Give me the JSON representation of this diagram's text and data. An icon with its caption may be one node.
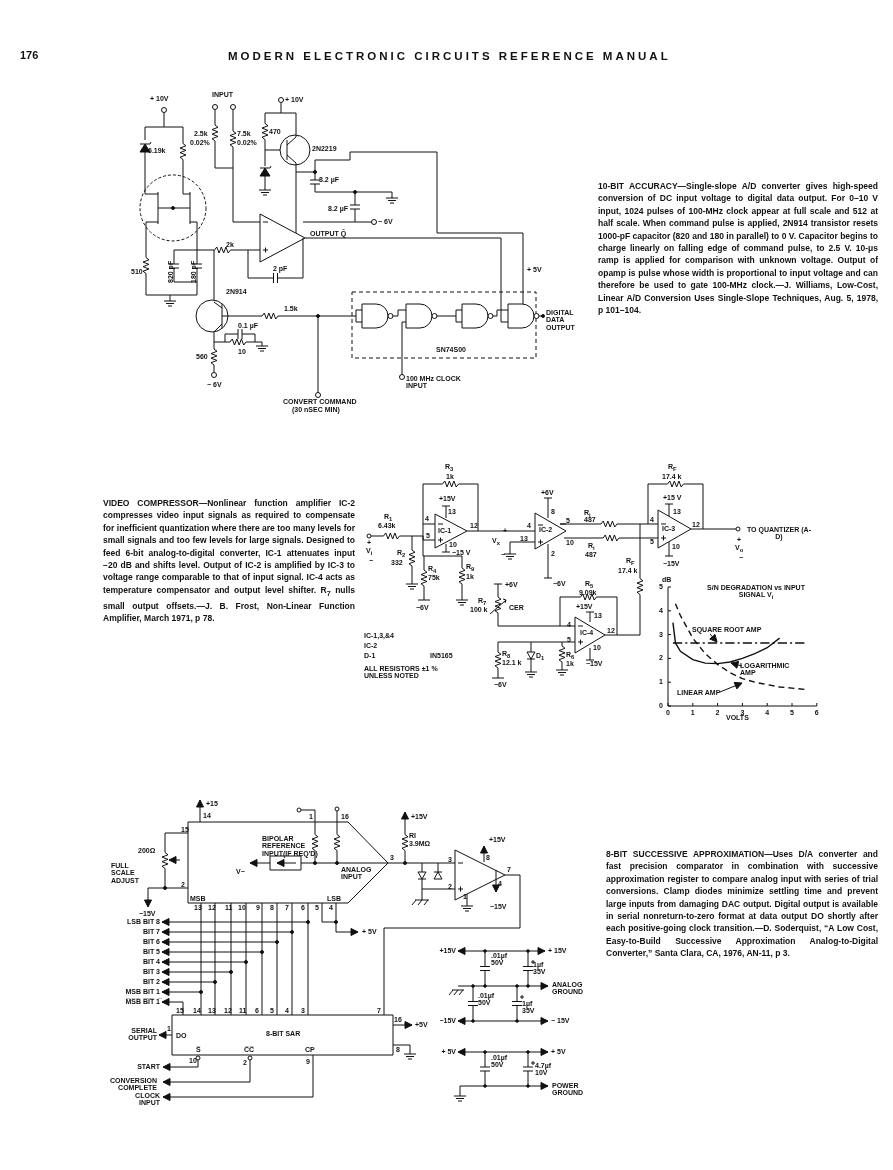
{
  "diagram": {
    "title": "MODERN ELECTRONIC CIRCUITS REFERENCE MANUAL",
    "labels": [
      "176",
      "+ 10V",
      "INPUT",
      "+ 10V",
      "2.5k",
      "0.02%",
      "7.5k",
      "0.02%",
      "470",
      "6.19k",
      "2N2219",
      "8.2 µF",
      "8.2 µF",
      "− 6V",
      "OUTPUT Q̄",
      "2k",
      "2 pF",
      "820 pF",
      "180 pF",
      "510",
      "+ 5V",
      "2N914",
      "1.5k",
      "0.1 µF",
      "10",
      "560",
      "− 6V",
      "SN74S00",
      "DIGITAL DATA OUTPUT",
      "100 MHz CLOCK INPUT",
      "CONVERT COMMAND",
      "(30 nSEC MIN)",
      "10-BIT ACCURACY—Single-slope A/D converter gives high-speed conversion of DC input voltage to digital data output. For 0–10 V input, 1024 pulses of 100-MHz clock appear at full scale and 512 at half scale. When command pulse is applied, 2N914 transistor resets 1000-pF capacitor (820 and 180 in parallel) to 0 V. Capacitor begins to charge linearly on falling edge of command pulse, to 2.5 V. 10-μs ramp is applied for comparison with unknown voltage. Output of opamp is pulse whose width is proportional to input voltage and can therefore be used to gate 100-MHz clock.—J. Williams, Low-Cost, Linear A/D Conversion Uses Single-Slope Techniques, Aug. 5, 1978, p 101–104.",
      "R$_{3}$",
      "1k",
      "+15V",
      "R$_{1}$",
      "6.43k",
      "4",
      "13",
      "12",
      "5",
      "IC-1",
      "10",
      "−15 V",
      "+",
      "V$_{i}$",
      "−",
      "R$_{2}$",
      "332",
      "R$_{4}$",
      "75k",
      "R$_{9}$",
      "1k",
      "−6V",
      "+6V",
      "8",
      "4",
      "IC-2",
      "5",
      "10",
      "13",
      "2",
      "−6V",
      "+",
      "V$_{x}$",
      "−",
      "R$_{i}$",
      "487",
      "R$_{i}$",
      "487",
      "R$_{F}$",
      "17.4 k",
      "+15 V",
      "13",
      "4",
      "IC-3",
      "12",
      "5",
      "10",
      "−15V",
      "TO QUANTIZER (A-D)",
      "+",
      "V$_{o}$",
      "−",
      "R$_{F}$",
      "17.4 k",
      "+6V",
      "R$_{7}$",
      "100 k",
      "CER",
      "R$_{5}$",
      "9.09k",
      "+15V",
      "13",
      "4",
      "IC-4",
      "12",
      "5",
      "10",
      "−15V",
      "R$_{8}$",
      "12.1 k",
      "D$_{1}$",
      "R$_{6}$",
      "1k",
      "−6V",
      "IC-1,3,&4",
      "IC-2",
      "D-1",
      "IN5165",
      "ALL RESISTORS ±1 % UNLESS NOTED",
      "VIDEO COMPRESSOR—Nonlinear function amplifier IC-2 compresses video input signals as required to compensate for inefficient quantization where there are too many levels for small signals and too few levels for large signals. Designed to feed 6-bit analog-to-digital converter, IC-1 attenuates input −20 dB and shifts level. Output of IC-2 is amplified by IC-3 to voltage range comparable to that of input signal. IC-4 acts as temperature compensator and output level shifter. R$_{7}$ nulls small output offsets.—J. B. Frost, Non-Linear Function Amplifier, March 1971, p 78.",
      "BIPOLAR REFERENCE INPUT(IF REQ'D)",
      "ANALOG INPUT",
      "+15",
      "14",
      "1",
      "16",
      "15",
      "200Ω",
      "V−",
      "FULL SCALE ADJUST",
      "2",
      "−15V",
      "MSB",
      "LSB",
      "13",
      "12",
      "11",
      "10",
      "9",
      "8",
      "7",
      "6",
      "5",
      "4",
      "3",
      "+15V",
      "RI",
      "3.9MΩ",
      "+15V",
      "3",
      "8",
      "2",
      "7",
      "4",
      "1",
      "−15V",
      "+ 5V",
      "LSB BIT 8",
      "BIT 7",
      "BIT 6",
      "BIT 5",
      "BIT 4",
      "BIT 3",
      "BIT 2",
      "MSB BIT 1",
      "M̅S̅B̅ B̅I̅T̅ 1̅",
      "15",
      "14",
      "13",
      "12",
      "11",
      "6",
      "5",
      "4",
      "3",
      "7",
      "16",
      "+5V",
      "1",
      "DO",
      "8-BIT SAR",
      "S̅",
      "C̅C̅",
      "CP",
      "8",
      "10",
      "2",
      "9",
      "SERIAL OUTPUT",
      "START",
      "CONVERSION COMPLETE",
      "CLOCK INPUT",
      "+15V",
      "+ 15V",
      ".01µf 50V",
      "1µf 35V",
      "ANALOG GROUND",
      ".01µf 50V",
      "1µf 35V",
      "−15V",
      "− 15V",
      "+ 5V",
      "+ 5V",
      ".01µf 50V",
      "4.7µf 10V",
      "POWER GROUND",
      "8-BIT SUCCESSIVE APPROXIMATION—Uses D/A converter and fast precision comparator in combination with successive approximation register to compare analog input with series of trial conversions. Clamp diodes minimize settling time and prevent large inputs from damaging DAC output. Digital output is available in serial nonreturn-to-zero format at data output DO shortly after each positive-going clock transition.—D. Soderquist, “A Low Cost, Easy-to-Build Successive Approximation Analog-to-Digital Converter,” Santa Clara, CA, 1976, AN-11, p 3."
    ],
    "chart_data": {
      "type": "line",
      "title": "S/N DEGRADATION vs INPUT SIGNAL V$_{i}$",
      "xlabel": "VOLTS",
      "ylabel": "dB",
      "x": [
        0.2,
        0.3,
        0.5,
        1,
        1.5,
        2,
        2.5,
        3,
        3.5,
        4,
        4.5,
        5,
        5.5
      ],
      "series": [
        {
          "name": "SQUARE ROOT AMP",
          "line_style": "dash-dot",
          "values": [
            2.65,
            2.65,
            2.65,
            2.65,
            2.65,
            2.65,
            2.65,
            2.65,
            2.65,
            2.65,
            2.65,
            2.65,
            2.65
          ]
        },
        {
          "name": "LOGARITHMIC AMP",
          "line_style": "solid",
          "values": [
            3.5,
            2.65,
            2.3,
            1.95,
            1.8,
            1.78,
            1.85,
            2.0,
            2.2,
            2.45,
            2.85,
            null,
            null
          ]
        },
        {
          "name": "LINEAR AMP",
          "line_style": "dashed",
          "values": [
            null,
            4.3,
            3.8,
            2.85,
            2.2,
            1.75,
            1.4,
            1.15,
            1.0,
            0.9,
            0.8,
            0.75,
            0.7
          ]
        }
      ],
      "xlim": [
        0,
        6
      ],
      "ylim": [
        0,
        5
      ],
      "xticks": [
        0,
        1,
        2,
        3,
        4,
        5,
        6
      ],
      "yticks": [
        0,
        1,
        2,
        3,
        4,
        5
      ]
    }
  }
}
